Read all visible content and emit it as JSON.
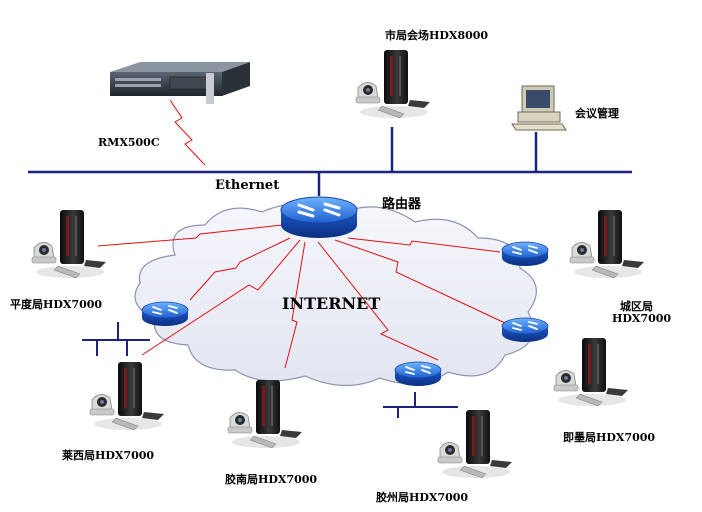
{
  "labels": {
    "rmx": "RMX500C",
    "hq_venue": "市局会场HDX8000",
    "management": "会议管理",
    "ethernet": "Ethernet",
    "router": "路由器",
    "internet": "INTERNET",
    "pingdu": "平度局HDX7000",
    "chengqu_line1": "城区局",
    "chengqu_line2": "HDX7000",
    "laixi": "莱西局HDX7000",
    "jiaonan": "胶南局HDX7000",
    "jiaozhou": "胶州局HDX7000",
    "jimo": "即墨局HDX7000"
  },
  "colors": {
    "link": "#e01010",
    "ethernet": "#1a237e",
    "router_blue": "#1e6fe0",
    "cloud_fill": "#eef0f8",
    "cloud_stroke": "#8d93b3"
  }
}
